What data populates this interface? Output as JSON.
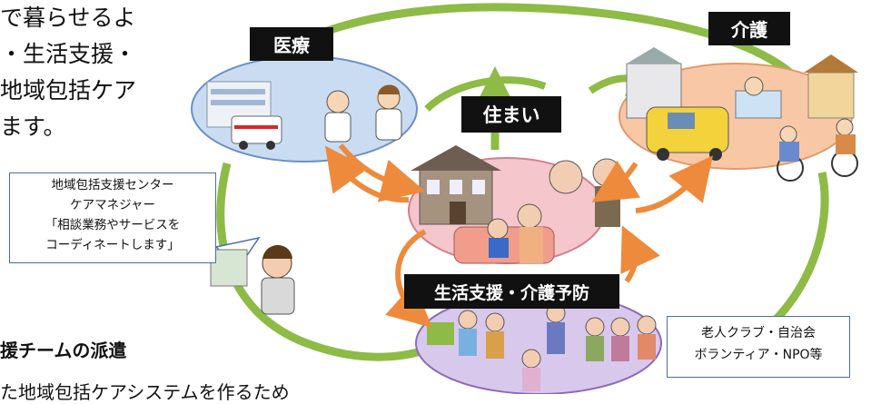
{
  "intro": {
    "lines": [
      "で暮らせるよ",
      "・生活支援・",
      "地域包括ケア",
      "ます。"
    ]
  },
  "labels": {
    "iryo": "医療",
    "kaigo": "介護",
    "sumai": "住まい",
    "seikatsu": "生活支援・介護予防"
  },
  "callout_center": {
    "lines": [
      "地域包括支援センター",
      "ケアマネジャー",
      "「相談業務やサービスを",
      "コーディネートします」"
    ]
  },
  "callout_club": {
    "lines": [
      "老人クラブ・自治会",
      "ボランティア・NPO等"
    ]
  },
  "section": {
    "heading": "援チームの派遣",
    "text": "た地域包括ケアシステムを作るため"
  },
  "colors": {
    "ring_green": "#8dbb45",
    "arrow_orange": "#ee8a3c",
    "iryo_fill": "#c9dcf2",
    "kaigo_fill": "#f8c8a6",
    "sumai_fill": "#f5c6cc",
    "seikatsu_fill": "#d8c8ec"
  }
}
